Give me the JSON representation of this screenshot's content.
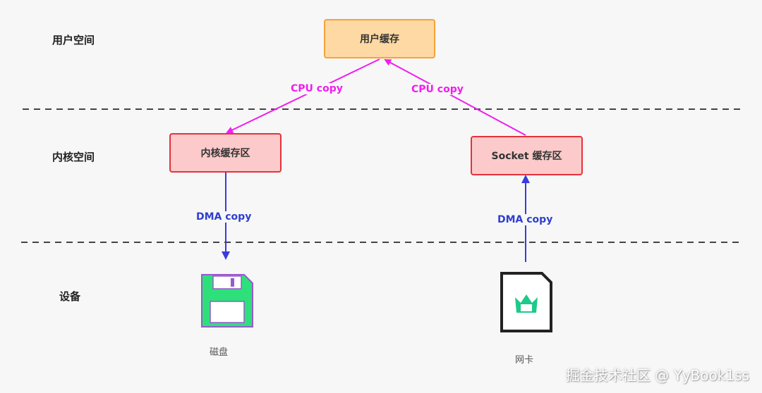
{
  "layers": {
    "user_space": "用户空间",
    "kernel_space": "内核空间",
    "devices": "设备"
  },
  "nodes": {
    "user_buffer": "用户缓存",
    "kernel_buffer": "内核缓存区",
    "socket_buffer": "Socket 缓存区"
  },
  "edges": {
    "cpu_copy_left": "CPU copy",
    "cpu_copy_right": "CPU copy",
    "dma_copy_left": "DMA copy",
    "dma_copy_right": "DMA copy"
  },
  "devices": {
    "disk_label": "磁盘",
    "disk_icon": "floppy-disk-icon",
    "nic_label": "网卡",
    "nic_icon": "network-card-icon"
  },
  "watermark": "掘金技术社区 @ YyBook1ss",
  "colors": {
    "cpu_copy": "#f01df0",
    "dma_copy": "#2f3fd0",
    "user_box_fill": "#fed9a3",
    "user_box_border": "#f5a23c",
    "kernel_box_fill": "#fccaca",
    "kernel_box_border": "#e5323b",
    "disk_icon_fill": "#2ee07a",
    "disk_icon_outline": "#9b59d0",
    "nic_icon_accent": "#1ec98a"
  }
}
